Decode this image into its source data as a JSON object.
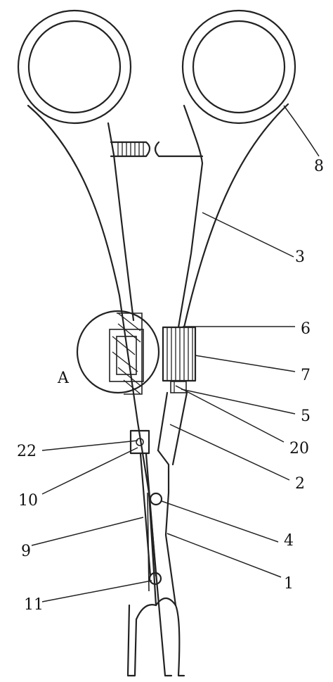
{
  "labels": {
    "l8": "8",
    "l3": "3",
    "l6": "6",
    "l7": "7",
    "lA": "A",
    "l5": "5",
    "l22": "22",
    "l20": "20",
    "l2": "2",
    "l10": "10",
    "l4": "4",
    "l9": "9",
    "l1": "1",
    "l11": "11"
  }
}
